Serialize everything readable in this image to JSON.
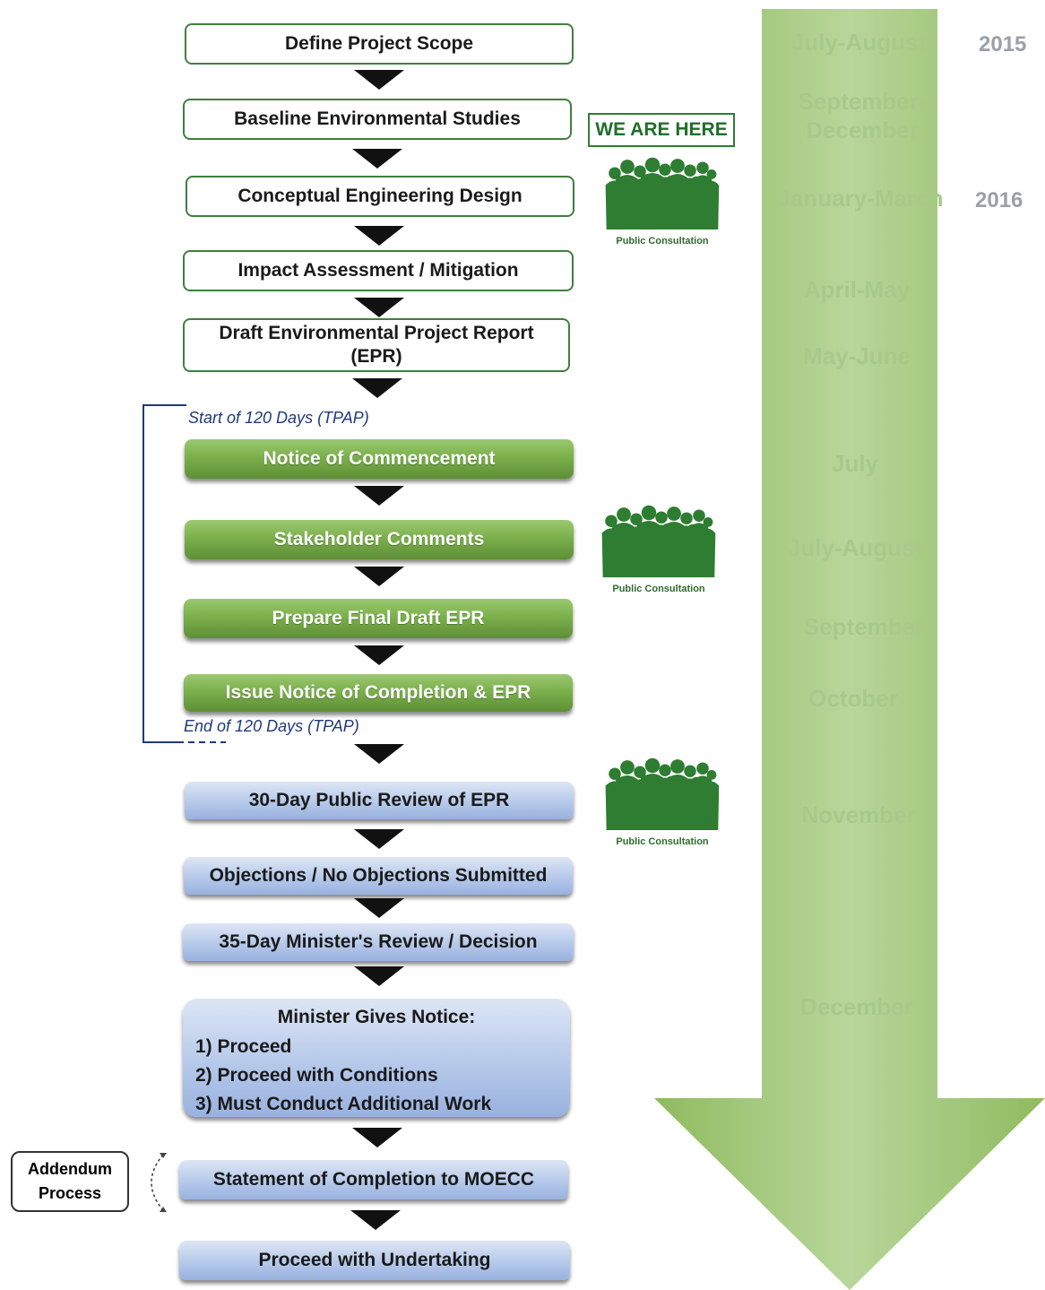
{
  "steps": {
    "s1": "Define Project Scope",
    "s2": "Baseline Environmental Studies",
    "s3": "Conceptual Engineering Design",
    "s4": "Impact Assessment / Mitigation",
    "s5_line1": "Draft Environmental Project Report",
    "s5_line2": "(EPR)",
    "s6": "Notice of Commencement",
    "s7": "Stakeholder Comments",
    "s8": "Prepare Final Draft EPR",
    "s9": "Issue Notice of Completion & EPR",
    "s10": "30-Day Public Review of EPR",
    "s11": "Objections / No Objections Submitted",
    "s12": "35-Day Minister's Review / Decision",
    "s13_title": "Minister Gives Notice:",
    "s13_opt1": "1) Proceed",
    "s13_opt2": "2) Proceed with Conditions",
    "s13_opt3": "3) Must Conduct Additional Work",
    "s14": "Statement of Completion to MOECC",
    "s15": "Proceed with Undertaking"
  },
  "tpap": {
    "start": "Start of  120 Days (TPAP)",
    "end": "End of 120 Days (TPAP)"
  },
  "we_are_here": "WE ARE HERE",
  "public_consultation": "Public Consultation",
  "addendum": {
    "line1": "Addendum",
    "line2": "Process"
  },
  "timeline": {
    "months": [
      "July-August",
      "September-",
      "December",
      "January-March",
      "April-May",
      "May-June",
      "July",
      "July-August",
      "September",
      "October",
      "November",
      "December"
    ],
    "years": [
      "2015",
      "2016"
    ]
  },
  "colors": {
    "arrow_green": "#a6c97c",
    "step_green": "#7bb04c",
    "step_blue": "#b6c9ea",
    "people_green": "#2e7d32"
  },
  "icons": [
    "people-group-icon",
    "down-arrow-icon",
    "timeline-arrow-icon"
  ]
}
